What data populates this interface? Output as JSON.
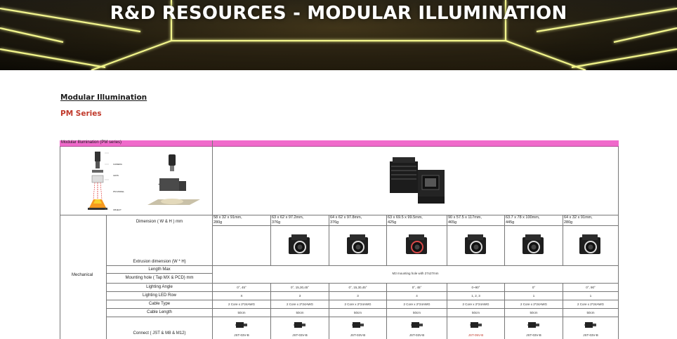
{
  "banner": {
    "title": "R&D RESOURCES - MODULAR ILLUMINATION"
  },
  "headings": {
    "main": "Modular Illumination",
    "series": "PM Series"
  },
  "table": {
    "title": "Modular Illumination (PM series)",
    "category": "Mechanical",
    "row_labels": {
      "dimension": "Dimension ( W & H ) mm",
      "extrusion": "Extrusion dimension (W * H)",
      "length": "Length Max",
      "mounting": "Mounting hole ( Tap MX & PCD) mm",
      "angle": "Lighting Angle",
      "led_row": "Lighting LED Row",
      "cable_type": "Cable Type",
      "cable_length": "Cable Length",
      "connect": "Connect ( JST & M8 & M12)"
    },
    "mounting_note": "M3 mounting hole with 27x27mm",
    "diagram_labels": [
      "CAMERA",
      "LENS",
      "PM MODEL",
      "OBJECT"
    ],
    "columns": [
      {
        "dim1": "58 x 32 x 91mm,",
        "dim2": "280g",
        "angle": "0°, 45°",
        "led": "X",
        "cable": "2 Core x 2*24AWG",
        "length": "50cm",
        "connector": "JST-03V-B"
      },
      {
        "dim1": "63 x 62 x 97.2mm,",
        "dim2": "376g",
        "angle": "0°, 15,30,45°",
        "led": "3",
        "cable": "2 Core x 2*24AWG",
        "length": "50cm",
        "connector": "JST-03V-B"
      },
      {
        "dim1": "64 x 62 x 97.8mm,",
        "dim2": "376g",
        "angle": "0°, 15,30,45°",
        "led": "3",
        "cable": "2 Core x 2*24AWG",
        "length": "50cm",
        "connector": "JST-03V-B"
      },
      {
        "dim1": "63 x 69.5 x 99.5mm,",
        "dim2": "425g",
        "angle": "0°, 45°",
        "led": "4",
        "cable": "2 Core x 2*24AWG",
        "length": "50cm",
        "connector": "JST-03V-B"
      },
      {
        "dim1": "90 x 57.5 x 117mm,",
        "dim2": "465g",
        "angle": "0~90°",
        "led": "1, 2, 3",
        "cable": "2 Core x 2*24AWG",
        "length": "50cm",
        "connector": "JST-05V-B"
      },
      {
        "dim1": "63.7 x 78 x 100mm,",
        "dim2": "445g",
        "angle": "0°",
        "led": "1",
        "cable": "2 Core x 2*24AWG",
        "length": "50cm",
        "connector": "JST-03V-B"
      },
      {
        "dim1": "64 x 32 x 91mm,",
        "dim2": "280g",
        "angle": "0°, 90°",
        "led": "1",
        "cable": "2 Core x 2*24AWG",
        "length": "50cm",
        "connector": "JST-03V-B"
      }
    ]
  },
  "colors": {
    "pink_header": "#f06acb",
    "series_red": "#c0392b",
    "banner_glow": "#e8f06a"
  }
}
